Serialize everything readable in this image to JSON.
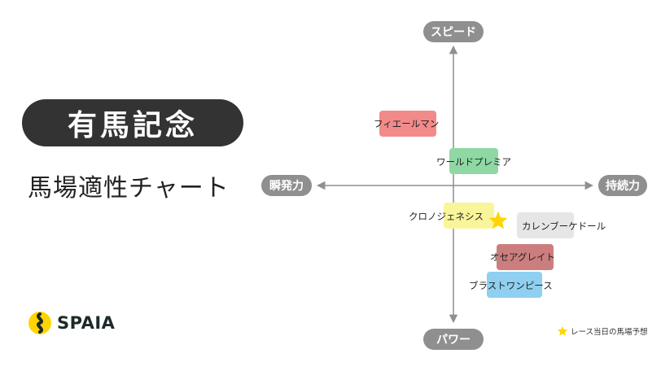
{
  "header": {
    "race_name": "有馬記念",
    "subtitle": "馬場適性チャート"
  },
  "axes": {
    "top": "スピード",
    "bottom": "パワー",
    "left": "瞬発力",
    "right": "持続力"
  },
  "horses": [
    {
      "name": "フィエールマン",
      "box_color": "#f28a8a"
    },
    {
      "name": "ワールドプレミア",
      "box_color": "#8fd8a4"
    },
    {
      "name": "クロノジェネシス",
      "box_color": "#f8f59a"
    },
    {
      "name": "カレンブーケドール",
      "box_color": "#e6e6e6"
    },
    {
      "name": "オセアグレイト",
      "box_color": "#cc7e7e"
    },
    {
      "name": "ブラストワンピース",
      "box_color": "#8fd0f0"
    }
  ],
  "prediction_star": {
    "icon": "star-icon",
    "color": "#ffd500"
  },
  "legend": {
    "text": "レース当日の馬場予想"
  },
  "logo": {
    "text": "SPAIA",
    "mark_color": "#ffd500",
    "text_color": "#1e2a2a"
  },
  "colors": {
    "axis": "#8f8f8f",
    "title_bg": "#333333"
  }
}
